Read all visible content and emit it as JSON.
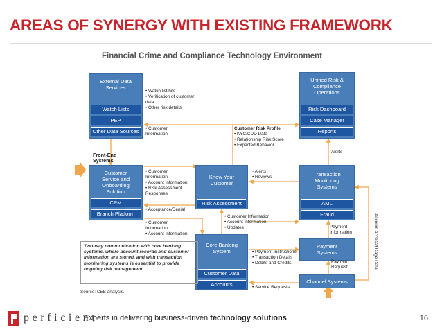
{
  "title": "AREAS OF SYNERGY WITH EXISTING FRAMEWORK",
  "subtitle": "Financial Crime and Compliance Technology Environment",
  "colors": {
    "accent": "#c8242b",
    "box_light": "#4a7eb9",
    "box_dark": "#1f56a2",
    "arrow": "#f0a64a"
  },
  "boxes": {
    "external": {
      "title": "External Data Services",
      "rows": [
        "Watch Lists",
        "PEP",
        "Other Data Sources"
      ]
    },
    "customer_service": {
      "title": "Customer Service and Onboarding Solution",
      "rows": [
        "CRM",
        "Branch Platform"
      ]
    },
    "kyc": {
      "title": "Know Your Customer",
      "rows": [
        "Risk Assessment"
      ]
    },
    "core_banking": {
      "title": "Core Banking System",
      "rows": [
        "Customer Data",
        "Accounts"
      ]
    },
    "unified_risk": {
      "title": "Unified Risk & Compliance Operations",
      "rows": [
        "Risk Dashboard",
        "Case Manager",
        "Reports"
      ]
    },
    "transaction_monitoring": {
      "title": "Transaction Monitoring Systems",
      "rows": [
        "AML",
        "Fraud"
      ]
    },
    "payment": {
      "title": "Payment Systems"
    },
    "channel": {
      "title": "Channel Systems"
    }
  },
  "notes": {
    "watch_hits": [
      "• Watch list hits",
      "• Verification of customer data",
      "• Other risk details"
    ],
    "customer_info_1": [
      "• Customer Information"
    ],
    "customer_risk_profile_title": "Customer Risk Profile",
    "customer_risk_profile": [
      "• KYC/CDD Data",
      "• Relationship Risk Score",
      "• Expected Behavior"
    ],
    "alerts_label": "Alerts",
    "alerts_reviews": [
      "• Alerts",
      "• Reviews"
    ],
    "cs_to_kyc": [
      "• Customer Information",
      "• Account Information",
      "• Risk Assessment Responses"
    ],
    "acceptance": [
      "• Acceptance/Denial"
    ],
    "cs_to_core": [
      "• Customer Information",
      "• Account Information"
    ],
    "kyc_core": [
      "• Customer Information",
      "• Account Information",
      "• Updates"
    ],
    "payment_info": [
      "Payment Information"
    ],
    "core_to_payment": [
      "• Payment Instructions",
      "• Transaction Details",
      "• Debits and Credits"
    ],
    "payment_request": [
      "Payment Request"
    ],
    "service_requests": [
      "• Service Requests"
    ],
    "account_access": "Account Access/Usage Data",
    "front_end": [
      "Front-End",
      "Systems"
    ]
  },
  "callout": "Two-way communication with core banking systems, where account records and customer information are stored, and with transaction monitoring systems is essential to provide ongoing risk management.",
  "source": "Source: CEB analysis.",
  "footer": {
    "logo": "perficient",
    "tagline_normal": "Experts in delivering business-driven ",
    "tagline_bold": "technology solutions",
    "page_number": "16"
  }
}
